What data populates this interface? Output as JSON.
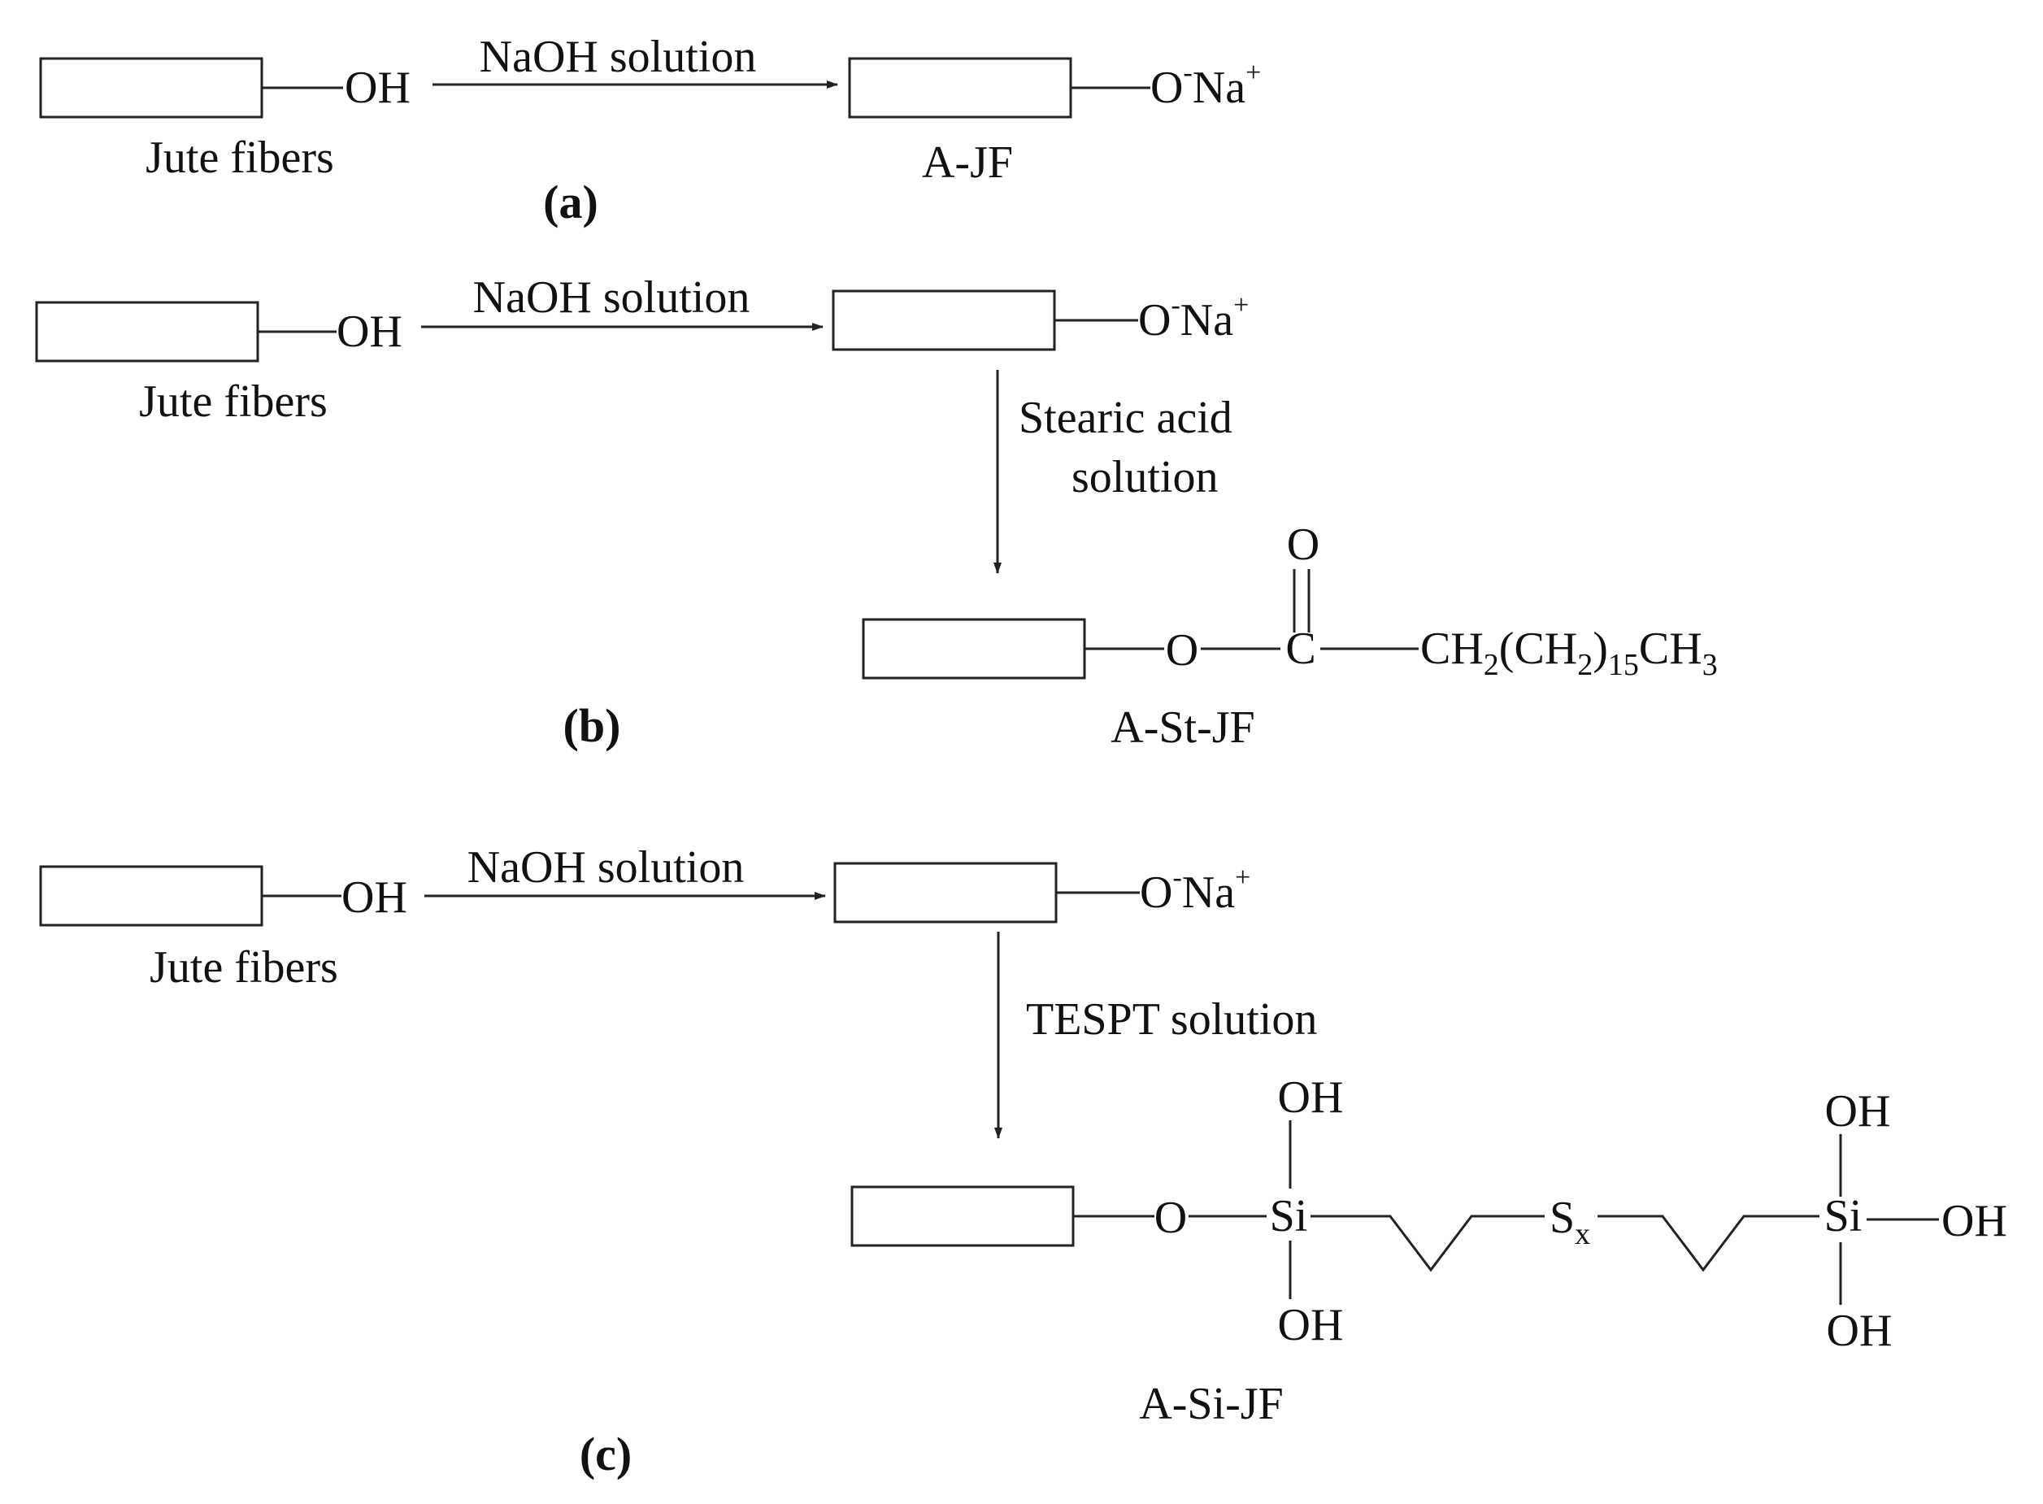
{
  "panel_a": {
    "reactant_group": "OH",
    "reactant_label": "Jute fibers",
    "reagent": "NaOH solution",
    "product_group_o": "O",
    "product_charge_minus": "-",
    "product_group_na": "Na",
    "product_charge_plus": "+",
    "product_label": "A-JF",
    "panel_label": "(a)"
  },
  "panel_b": {
    "reactant_group": "OH",
    "reactant_label": "Jute fibers",
    "reagent": "NaOH solution",
    "product_group_o": "O",
    "product_charge_minus": "-",
    "product_group_na": "Na",
    "product_charge_plus": "+",
    "reagent2_line1": "Stearic acid",
    "reagent2_line2": "solution",
    "ester_o": "O",
    "carbonyl_o": "O",
    "carbonyl_c": "C",
    "chain_ch2": "CH",
    "chain_sub2a": "2",
    "chain_open": "(CH",
    "chain_sub2b": "2",
    "chain_close": ")",
    "chain_sub15": "15",
    "chain_ch3": "CH",
    "chain_sub3": "3",
    "product_label": "A-St-JF",
    "panel_label": "(b)"
  },
  "panel_c": {
    "reactant_group": "OH",
    "reactant_label": "Jute fibers",
    "reagent": "NaOH solution",
    "product_group_o": "O",
    "product_charge_minus": "-",
    "product_group_na": "Na",
    "product_charge_plus": "+",
    "reagent2": "TESPT solution",
    "link_o": "O",
    "si_left": "Si",
    "si_left_top_oh": "OH",
    "si_left_bottom_oh": "OH",
    "sulfur": "S",
    "sulfur_sub": "x",
    "si_right": "Si",
    "si_right_top_oh": "OH",
    "si_right_bottom_oh": "OH",
    "si_right_side_oh": "OH",
    "product_label": "A-Si-JF",
    "panel_label": "(c)"
  }
}
